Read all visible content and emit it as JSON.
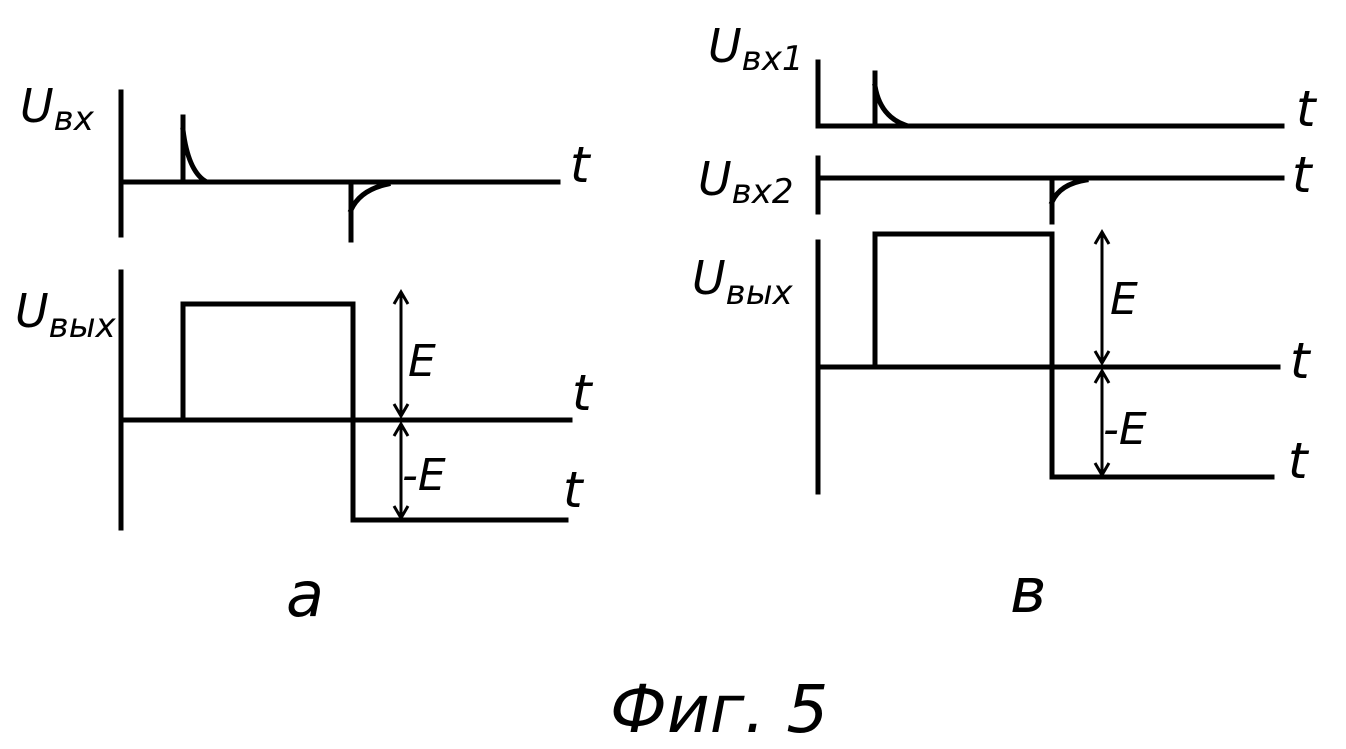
{
  "caption": "Фиг. 5",
  "panels": [
    {
      "id": "a",
      "label": "а",
      "signals": {
        "input": {
          "u": "U",
          "sub": "вх"
        },
        "output": {
          "u": "U",
          "sub": "вых"
        }
      },
      "axis_label": "t",
      "levels": {
        "pos": "E",
        "neg": "-E"
      }
    },
    {
      "id": "b",
      "label": "в",
      "signals": {
        "input1": {
          "u": "U",
          "sub": "вх1"
        },
        "input2": {
          "u": "U",
          "sub": "вх2"
        },
        "output": {
          "u": "U",
          "sub": "вых"
        }
      },
      "axis_label": "t",
      "levels": {
        "pos": "E",
        "neg": "-E"
      }
    }
  ]
}
